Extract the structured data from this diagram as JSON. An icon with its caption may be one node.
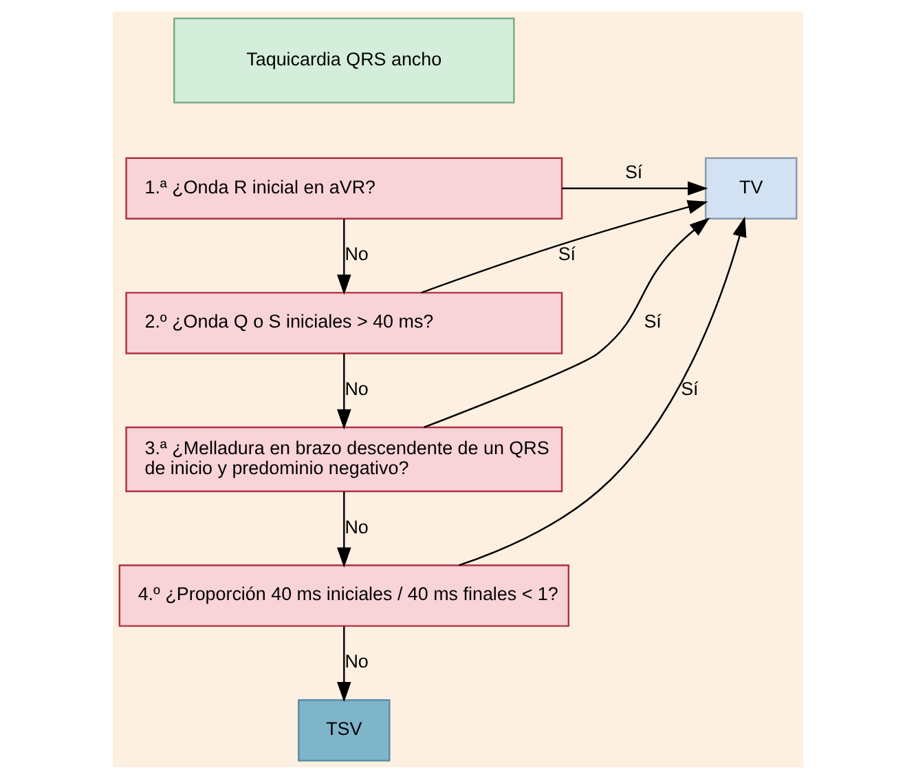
{
  "diagram": {
    "nodes": [
      {
        "text": [
          "Taquicardia QRS ancho"
        ]
      },
      {
        "text": [
          "1.ª ¿Onda R inicial en aVR?"
        ]
      },
      {
        "text": [
          "2.º ¿Onda Q o S iniciales > 40 ms?"
        ]
      },
      {
        "text": [
          "3.ª ¿Melladura en brazo descendente de un QRS de inicio y predominio negativo?"
        ]
      },
      {
        "text": [
          "4.º ¿Proporción 40 ms iniciales / 40 ms finales < 1?"
        ]
      },
      {
        "text": [
          "TV"
        ]
      },
      {
        "text": [
          "TSV"
        ]
      }
    ],
    "edges": [
      {
        "from": 1,
        "to": 5,
        "arrow": "to",
        "label": "Sí"
      },
      {
        "from": 1,
        "to": 2,
        "arrow": "to",
        "label": "No"
      },
      {
        "from": 2,
        "to": 5,
        "arrow": "to",
        "label": "Sí"
      },
      {
        "from": 2,
        "to": 3,
        "arrow": "to",
        "label": "No"
      },
      {
        "from": 3,
        "to": 5,
        "arrow": "to",
        "label": "Sí"
      },
      {
        "from": 3,
        "to": 4,
        "arrow": "to",
        "label": "No"
      },
      {
        "from": 4,
        "to": 5,
        "arrow": "to",
        "label": "Sí"
      },
      {
        "from": 4,
        "to": 6,
        "arrow": "to",
        "label": "No"
      }
    ]
  }
}
